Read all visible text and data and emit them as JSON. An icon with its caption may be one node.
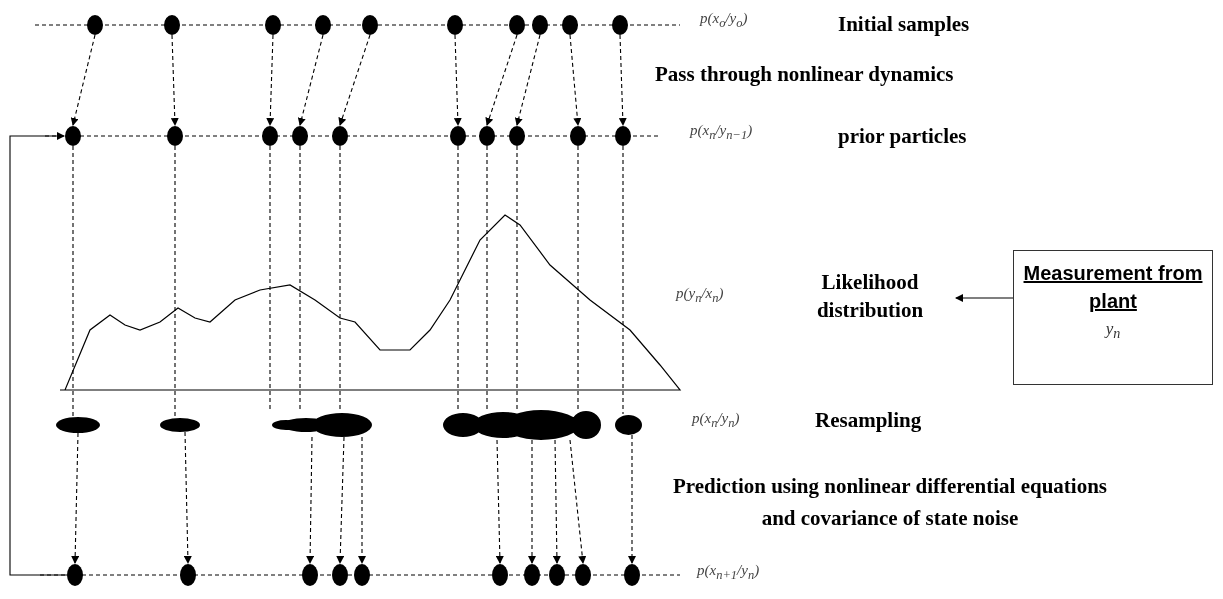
{
  "diagram": {
    "nodes": [
      {
        "text": [],
        "shape": "circle"
      },
      {
        "text": [],
        "shape": "circle"
      },
      {
        "text": [],
        "shape": "circle"
      },
      {
        "text": [],
        "shape": "circle"
      },
      {
        "text": [],
        "shape": "circle"
      },
      {
        "text": [],
        "shape": "circle"
      },
      {
        "text": [],
        "shape": "circle"
      },
      {
        "text": [],
        "shape": "circle"
      },
      {
        "text": [],
        "shape": "circle"
      },
      {
        "text": [],
        "shape": "circle"
      },
      {
        "text": [],
        "shape": "circle"
      },
      {
        "text": [],
        "shape": "circle"
      },
      {
        "text": [],
        "shape": "circle"
      },
      {
        "text": [],
        "shape": "circle"
      },
      {
        "text": [],
        "shape": "circle"
      },
      {
        "text": [],
        "shape": "circle"
      },
      {
        "text": [],
        "shape": "circle"
      },
      {
        "text": [],
        "shape": "circle"
      },
      {
        "text": [],
        "shape": "circle"
      },
      {
        "text": [],
        "shape": "circle"
      },
      {
        "text": [],
        "shape": "ellipse"
      },
      {
        "text": [],
        "shape": "ellipse"
      },
      {
        "text": [],
        "shape": "blob"
      },
      {
        "text": [],
        "shape": "blob"
      },
      {
        "text": [],
        "shape": "ellipse"
      },
      {
        "text": [],
        "shape": "circle"
      },
      {
        "text": [],
        "shape": "circle"
      },
      {
        "text": [],
        "shape": "circle"
      },
      {
        "text": [],
        "shape": "circle"
      },
      {
        "text": [],
        "shape": "circle"
      },
      {
        "text": [],
        "shape": "circle"
      },
      {
        "text": [],
        "shape": "circle"
      },
      {
        "text": [],
        "shape": "circle"
      },
      {
        "text": [],
        "shape": "circle"
      },
      {
        "text": [],
        "shape": "circle"
      },
      {
        "text": [
          "Likelihood distribution"
        ]
      },
      {
        "text": [
          "Measurement from plant",
          "y$_{n}$"
        ]
      }
    ],
    "edges": [
      {
        "from": 0,
        "to": 10,
        "arrow": "to",
        "style": "dashed"
      },
      {
        "from": 1,
        "to": 11,
        "arrow": "to",
        "style": "dashed"
      },
      {
        "from": 2,
        "to": 12,
        "arrow": "to",
        "style": "dashed"
      },
      {
        "from": 3,
        "to": 13,
        "arrow": "to",
        "style": "dashed"
      },
      {
        "from": 4,
        "to": 14,
        "arrow": "to",
        "style": "dashed"
      },
      {
        "from": 5,
        "to": 15,
        "arrow": "to",
        "style": "dashed"
      },
      {
        "from": 6,
        "to": 16,
        "arrow": "to",
        "style": "dashed"
      },
      {
        "from": 7,
        "to": 17,
        "arrow": "to",
        "style": "dashed"
      },
      {
        "from": 8,
        "to": 18,
        "arrow": "to",
        "style": "dashed"
      },
      {
        "from": 9,
        "to": 19,
        "arrow": "to",
        "style": "dashed"
      },
      {
        "from": 10,
        "to": 20,
        "arrow": "none",
        "style": "dashed"
      },
      {
        "from": 11,
        "to": 21,
        "arrow": "none",
        "style": "dashed"
      },
      {
        "from": 12,
        "to": 22,
        "arrow": "none",
        "style": "dashed"
      },
      {
        "from": 13,
        "to": 22,
        "arrow": "none",
        "style": "dashed"
      },
      {
        "from": 14,
        "to": 22,
        "arrow": "none",
        "style": "dashed"
      },
      {
        "from": 15,
        "to": 23,
        "arrow": "none",
        "style": "dashed"
      },
      {
        "from": 16,
        "to": 23,
        "arrow": "none",
        "style": "dashed"
      },
      {
        "from": 17,
        "to": 23,
        "arrow": "none",
        "style": "dashed"
      },
      {
        "from": 18,
        "to": 23,
        "arrow": "none",
        "style": "dashed"
      },
      {
        "from": 19,
        "to": 24,
        "arrow": "none",
        "style": "dashed"
      },
      {
        "from": 20,
        "to": 25,
        "arrow": "to",
        "style": "dashed"
      },
      {
        "from": 21,
        "to": 26,
        "arrow": "to",
        "style": "dashed"
      },
      {
        "from": 22,
        "to": 27,
        "arrow": "to",
        "style": "dashed"
      },
      {
        "from": 22,
        "to": 28,
        "arrow": "to",
        "style": "dashed"
      },
      {
        "from": 22,
        "to": 29,
        "arrow": "to",
        "style": "dashed"
      },
      {
        "from": 23,
        "to": 30,
        "arrow": "to",
        "style": "dashed"
      },
      {
        "from": 23,
        "to": 31,
        "arrow": "to",
        "style": "dashed"
      },
      {
        "from": 23,
        "to": 32,
        "arrow": "to",
        "style": "dashed"
      },
      {
        "from": 23,
        "to": 33,
        "arrow": "to",
        "style": "dashed"
      },
      {
        "from": 24,
        "to": 34,
        "arrow": "to",
        "style": "dashed"
      },
      {
        "from": 25,
        "to": 10,
        "arrow": "to"
      },
      {
        "from": 36,
        "to": 35,
        "arrow": "to"
      }
    ],
    "labels": [
      "p(x$_{o}$/y$_{o}$)",
      "Initial samples",
      "Pass through nonlinear dynamics",
      "p(x$_{n}$/y$_{n−1}$)",
      "prior particles",
      "p(y$_{n}$/x$_{n}$)",
      "p(x$_{n}$/y$_{n}$)",
      "Resampling",
      "Prediction using nonlinear differential equations and covariance of state noise",
      "p(x$_{n+1}$/y$_{n}$)"
    ]
  }
}
